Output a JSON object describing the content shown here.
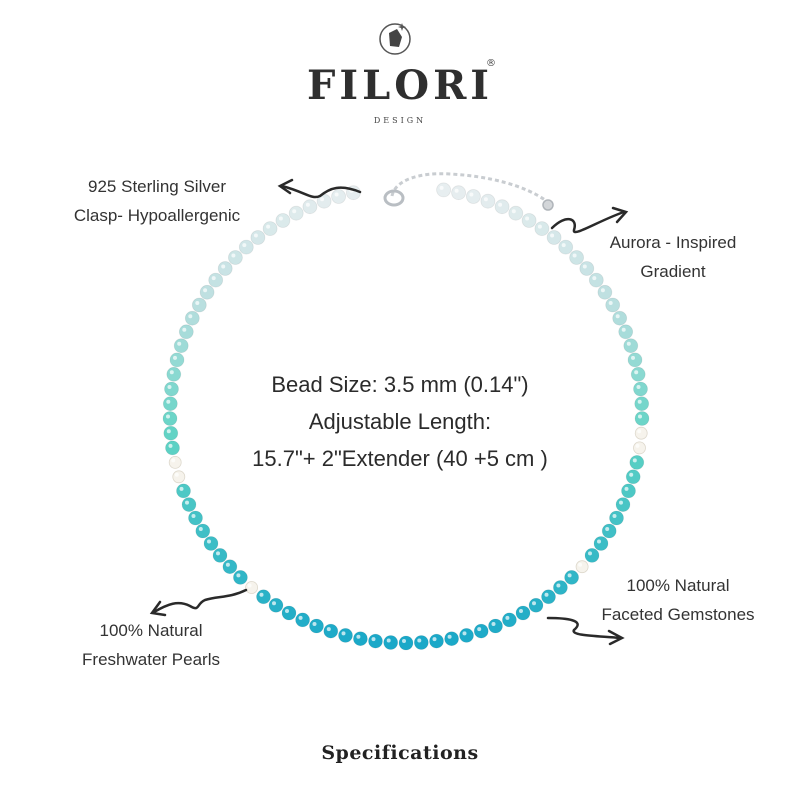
{
  "brand": {
    "name": "FILORI",
    "registered": "®",
    "subtitle": "DESIGN",
    "logo_icon": "gemstone-circle-icon"
  },
  "callouts": {
    "clasp": [
      "925 Sterling Silver",
      "Clasp- Hypoallergenic"
    ],
    "gradient": [
      "Aurora - Inspired",
      "Gradient"
    ],
    "gemstones": [
      "100% Natural",
      "Faceted Gemstones"
    ],
    "pearls": [
      "100% Natural",
      "Freshwater Pearls"
    ]
  },
  "specs": {
    "bead_size": "Bead Size: 3.5 mm (0.14\")",
    "length_label": "Adjustable Length:",
    "length_value": "15.7\"+ 2\"Extender (40 +5 cm )"
  },
  "footer": {
    "title": "Specifications"
  },
  "colors": {
    "clear_bead": "#e8eef0",
    "aqua_bead": "#bcdfe0",
    "amazonite_bead": "#5fd3c4",
    "apatite_bead": "#1aa8c8",
    "pearl": "#f6f3ec",
    "silver": "#c9cdd1",
    "text": "#333333"
  }
}
